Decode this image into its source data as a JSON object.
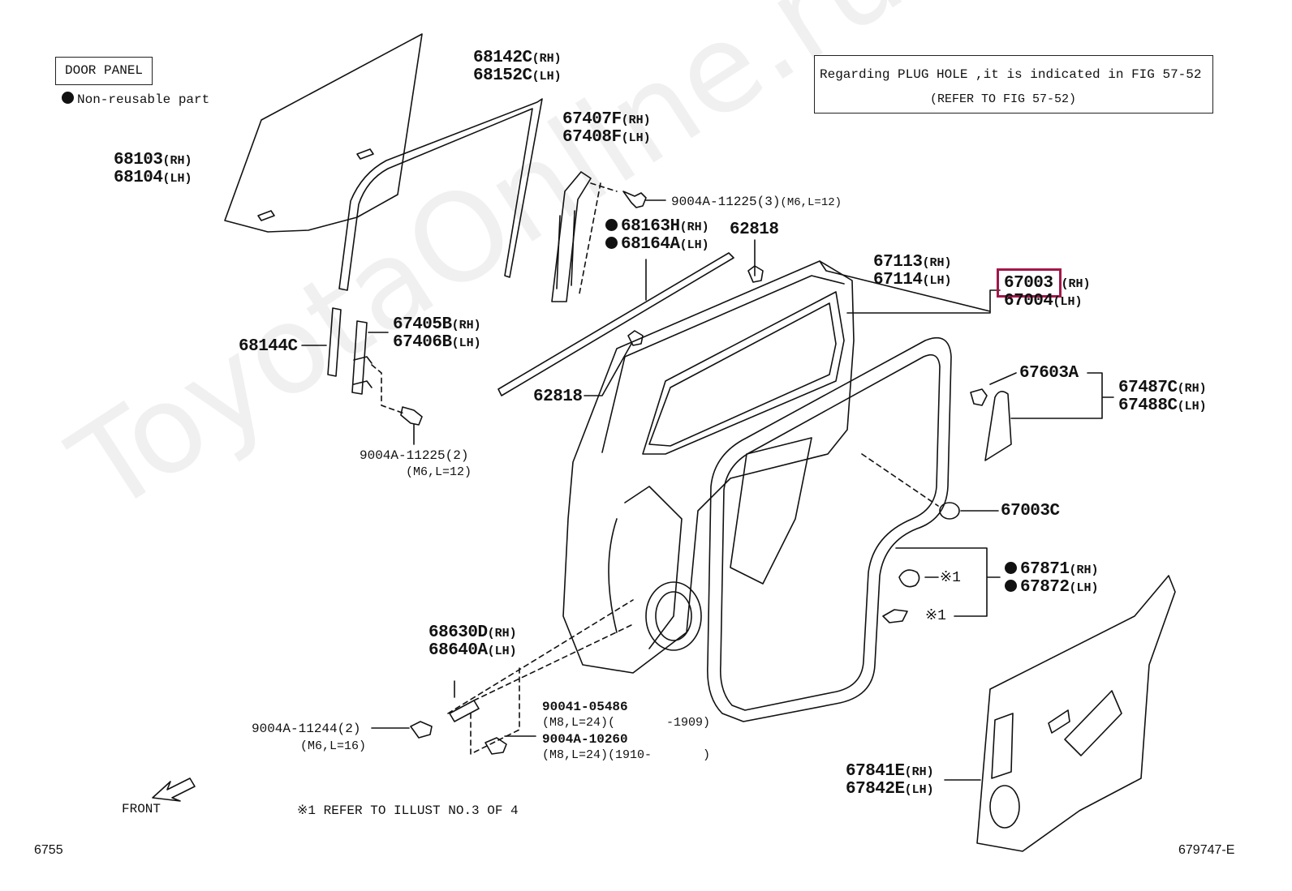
{
  "legend": {
    "title": "DOOR PANEL",
    "note": "Non-reusable part"
  },
  "refer_box": {
    "line1": "Regarding PLUG HOLE ,it is indicated in FIG 57-52",
    "line2": "(REFER TO FIG 57-52)"
  },
  "parts": {
    "p68142c": {
      "num": "68142C",
      "side": "(RH)"
    },
    "p68152c": {
      "num": "68152C",
      "side": "(LH)"
    },
    "p68103": {
      "num": "68103",
      "side": "(RH)"
    },
    "p68104": {
      "num": "68104",
      "side": "(LH)"
    },
    "p67407f": {
      "num": "67407F",
      "side": "(RH)"
    },
    "p67408f": {
      "num": "67408F",
      "side": "(LH)"
    },
    "bolt_upper": {
      "num": "9004A-11225(3)",
      "spec": "(M6,L=12)"
    },
    "p68163h": {
      "num": "68163H",
      "side": "(RH)"
    },
    "p68164a": {
      "num": "68164A",
      "side": "(LH)"
    },
    "p62818_top": {
      "num": "62818"
    },
    "p67113": {
      "num": "67113",
      "side": "(RH)"
    },
    "p67114": {
      "num": "67114",
      "side": "(LH)"
    },
    "p67003": {
      "num": "67003",
      "side": "(RH)"
    },
    "p67004": {
      "num": "67004",
      "side": "(LH)"
    },
    "p68144c": {
      "num": "68144C"
    },
    "p67405b": {
      "num": "67405B",
      "side": "(RH)"
    },
    "p67406b": {
      "num": "67406B",
      "side": "(LH)"
    },
    "p62818_mid": {
      "num": "62818"
    },
    "p67603a": {
      "num": "67603A"
    },
    "p67487c": {
      "num": "67487C",
      "side": "(RH)"
    },
    "p67488c": {
      "num": "67488C",
      "side": "(LH)"
    },
    "bolt_mid": {
      "num": "9004A-11225(2)",
      "spec": "(M6,L=12)"
    },
    "p67003c": {
      "num": "67003C"
    },
    "p67871": {
      "num": "67871",
      "side": "(RH)"
    },
    "p67872": {
      "num": "67872",
      "side": "(LH)"
    },
    "ref1_a": "※1",
    "ref1_b": "※1",
    "p68630d": {
      "num": "68630D",
      "side": "(RH)"
    },
    "p68640a": {
      "num": "68640A",
      "side": "(LH)"
    },
    "p90041": {
      "num": "90041-05486",
      "spec": "(M8,L=24)(       -1909)"
    },
    "p9004a_10260": {
      "num": "9004A-10260",
      "spec": "(M8,L=24)(1910-       )"
    },
    "bolt_lower": {
      "num": "9004A-11244(2)",
      "spec": "(M6,L=16)"
    },
    "p67841e": {
      "num": "67841E",
      "side": "(RH)"
    },
    "p67842e": {
      "num": "67842E",
      "side": "(LH)"
    }
  },
  "footer": {
    "front": "FRONT",
    "ref_note": "※1 REFER TO ILLUST NO.3 OF 4",
    "left_code": "6755",
    "right_code": "679747-E"
  },
  "watermark": "ToyotaOnline.ru",
  "highlight_color": "#a3174a"
}
